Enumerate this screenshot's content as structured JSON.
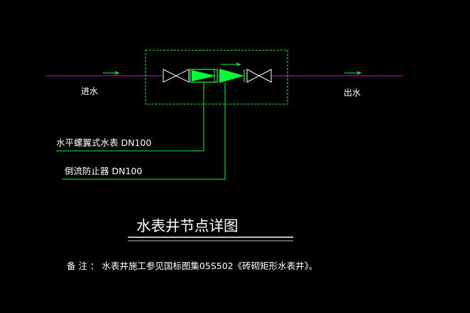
{
  "labels": {
    "inlet": "进水",
    "outlet": "出水",
    "meter": "水平螺翼式水表  DN100",
    "backflow": "倒流防止器  DN100"
  },
  "title": "水表井节点详图",
  "note": "备  注 ：  水表井施工参见国标图集05S502《砖砌矩形水表井》。",
  "colors": {
    "background": "#000000",
    "pipe": "#b000b0",
    "equipment": "#00ff33",
    "valve": "#ffffff",
    "text": "#ffffff",
    "underline": "#ffffff"
  },
  "icons": {
    "gate-valve": "bowtie",
    "water-meter": "triangle-in-box",
    "backflow-preventer": "triangle-with-arrow",
    "flow-arrow": "arrow"
  }
}
